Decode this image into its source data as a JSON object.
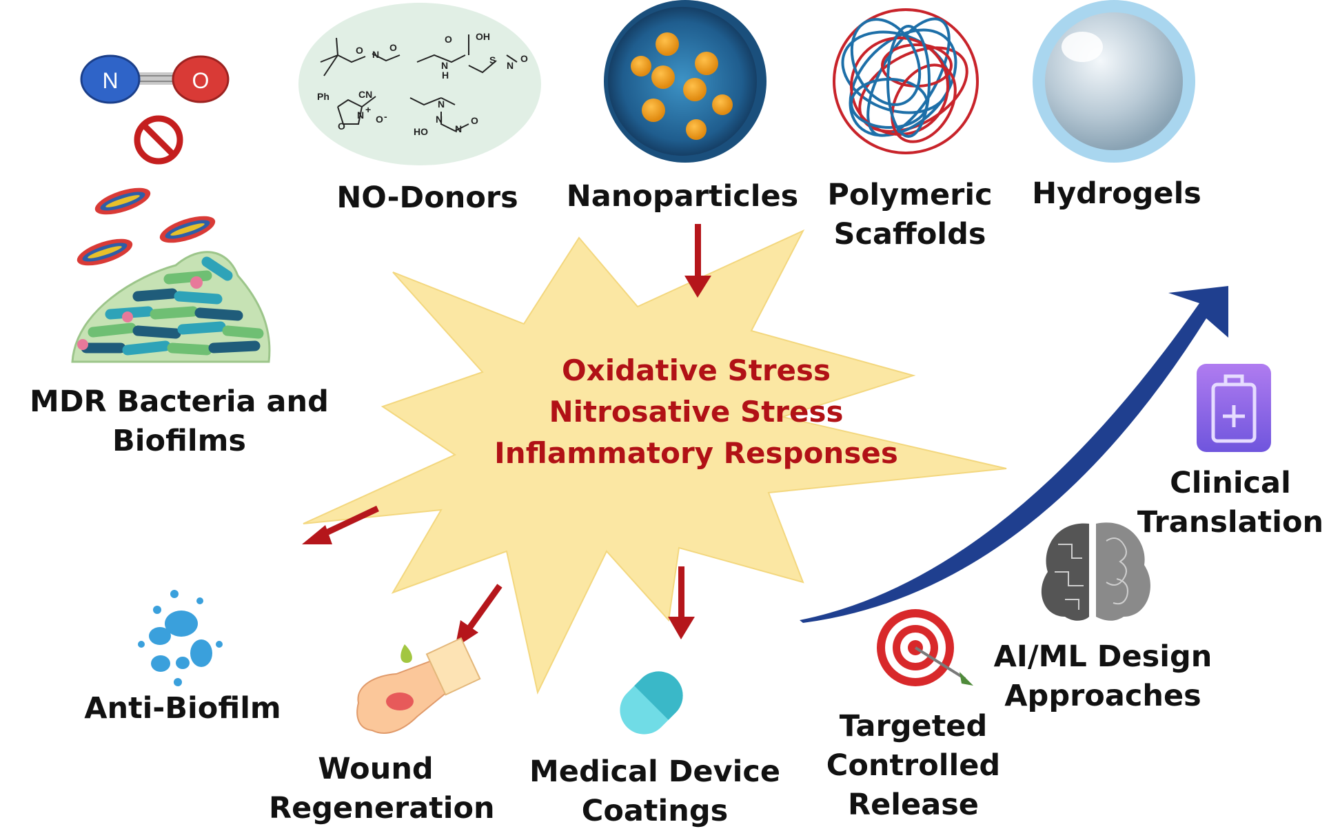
{
  "center": {
    "lines": [
      "Oxidative Stress",
      "Nitrosative Stress",
      "Inflammatory Responses"
    ]
  },
  "top_labels": {
    "no_donors": "NO-Donors",
    "nanoparticles": "Nanoparticles",
    "polymeric_scaffolds": [
      "Polymeric",
      "Scaffolds"
    ],
    "hydrogels": "Hydrogels"
  },
  "left_labels": {
    "mdr": [
      "MDR Bacteria and",
      "Biofilms"
    ]
  },
  "bottom_labels": {
    "anti_biofilm": "Anti-Biofilm",
    "wound": [
      "Wound",
      "Regeneration"
    ],
    "medical_device": [
      "Medical Device",
      "Coatings"
    ],
    "targeted": [
      "Targeted",
      "Controlled",
      "Release"
    ],
    "ai_ml": [
      "AI/ML Design",
      "Approaches"
    ],
    "clinical": [
      "Clinical",
      "Translation"
    ]
  },
  "molecule": {
    "n_atom": "N",
    "o_atom": "O"
  },
  "donor_structures": {
    "atoms": [
      "O",
      "N",
      "O",
      "OH",
      "O",
      "N",
      "H",
      "S",
      "N",
      "O",
      "Ph",
      "CN",
      "O",
      "N",
      "+",
      "O",
      "-",
      "N",
      "HO",
      "N",
      "N",
      "O"
    ]
  },
  "colors": {
    "accent_red": "#b11116",
    "arrow_red": "#b5161b",
    "burst_fill": "#fbe7a3",
    "curve_blue": "#1f3f8f",
    "nitrogen_blue": "#2f64c8",
    "oxygen_red": "#d93a36",
    "battery_purple": "#9a6ae6"
  },
  "icons": [
    "nitric-oxide-molecule-icon",
    "no-symbol-icon",
    "bacteria-icon",
    "biofilm-icon",
    "chemical-structures-icon",
    "nanoparticle-icon",
    "polymer-scaffold-icon",
    "hydrogel-sphere-icon",
    "battery-icon",
    "brain-icon",
    "target-icon",
    "droplets-icon",
    "hand-icon",
    "capsule-icon"
  ]
}
